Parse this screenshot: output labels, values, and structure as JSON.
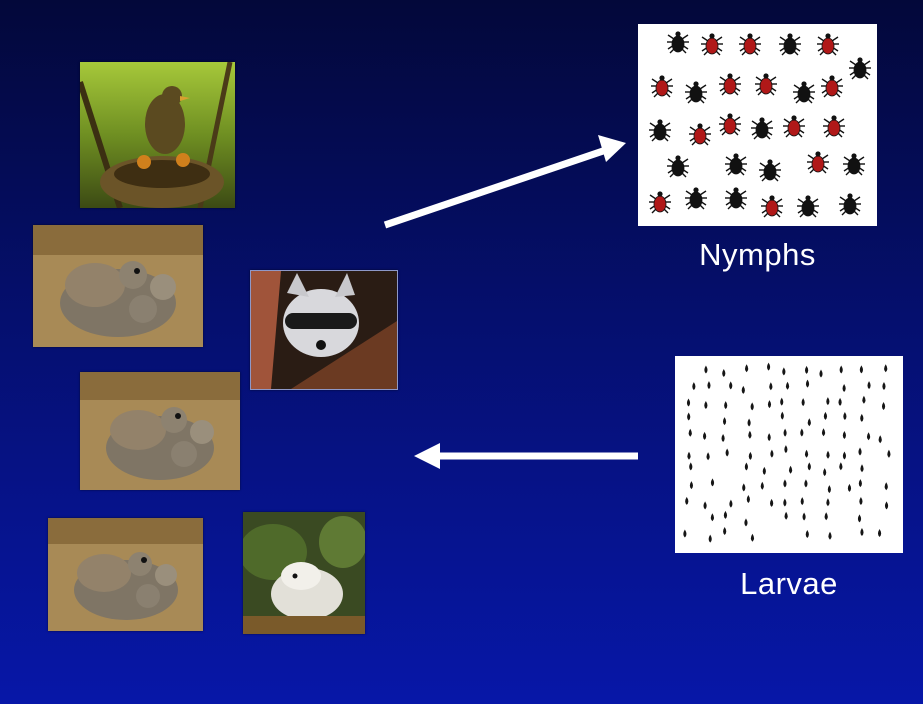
{
  "labels": {
    "nymphs": "Nymphs",
    "larvae": "Larvae"
  },
  "hosts": [
    {
      "id": "bird",
      "icon": "bird-nest-photo"
    },
    {
      "id": "mouse-1",
      "icon": "mouse-photo"
    },
    {
      "id": "raccoon",
      "icon": "raccoon-photo"
    },
    {
      "id": "mouse-2",
      "icon": "mouse-photo"
    },
    {
      "id": "mouse-3",
      "icon": "mouse-photo"
    },
    {
      "id": "opossum",
      "icon": "opossum-photo"
    }
  ],
  "colors": {
    "background_top": "#03083a",
    "background_bottom": "#0717a8",
    "arrow": "#ffffff",
    "tick_red": "#b01818",
    "tick_black": "#111111"
  }
}
